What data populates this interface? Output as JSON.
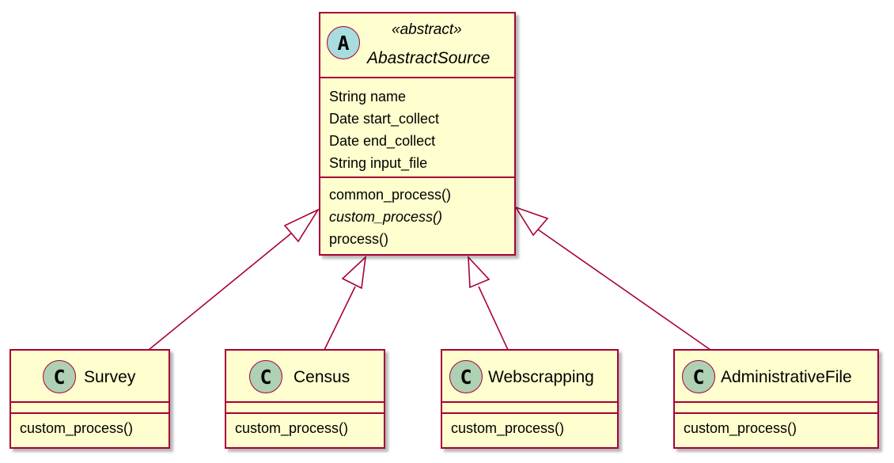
{
  "colors": {
    "class_fill": "#FEFECE",
    "border": "#A80036",
    "abstract_badge": "#A9DCDF",
    "class_badge": "#ADD1B2"
  },
  "abstract_class": {
    "badge": "A",
    "stereotype": "«abstract»",
    "name": "AbastractSource",
    "attributes": [
      "String name",
      "Date start_collect",
      "Date end_collect",
      "String input_file"
    ],
    "methods": [
      {
        "text": "common_process()",
        "abstract": false
      },
      {
        "text": "custom_process()",
        "abstract": true
      },
      {
        "text": "process()",
        "abstract": false
      }
    ]
  },
  "subclasses": [
    {
      "badge": "C",
      "name": "Survey",
      "methods": [
        "custom_process()"
      ]
    },
    {
      "badge": "C",
      "name": "Census",
      "methods": [
        "custom_process()"
      ]
    },
    {
      "badge": "C",
      "name": "Webscrapping",
      "methods": [
        "custom_process()"
      ]
    },
    {
      "badge": "C",
      "name": "AdministrativeFile",
      "methods": [
        "custom_process()"
      ]
    }
  ],
  "relations": {
    "type": "generalization",
    "parent": "AbastractSource",
    "children": [
      "Survey",
      "Census",
      "Webscrapping",
      "AdministrativeFile"
    ]
  }
}
